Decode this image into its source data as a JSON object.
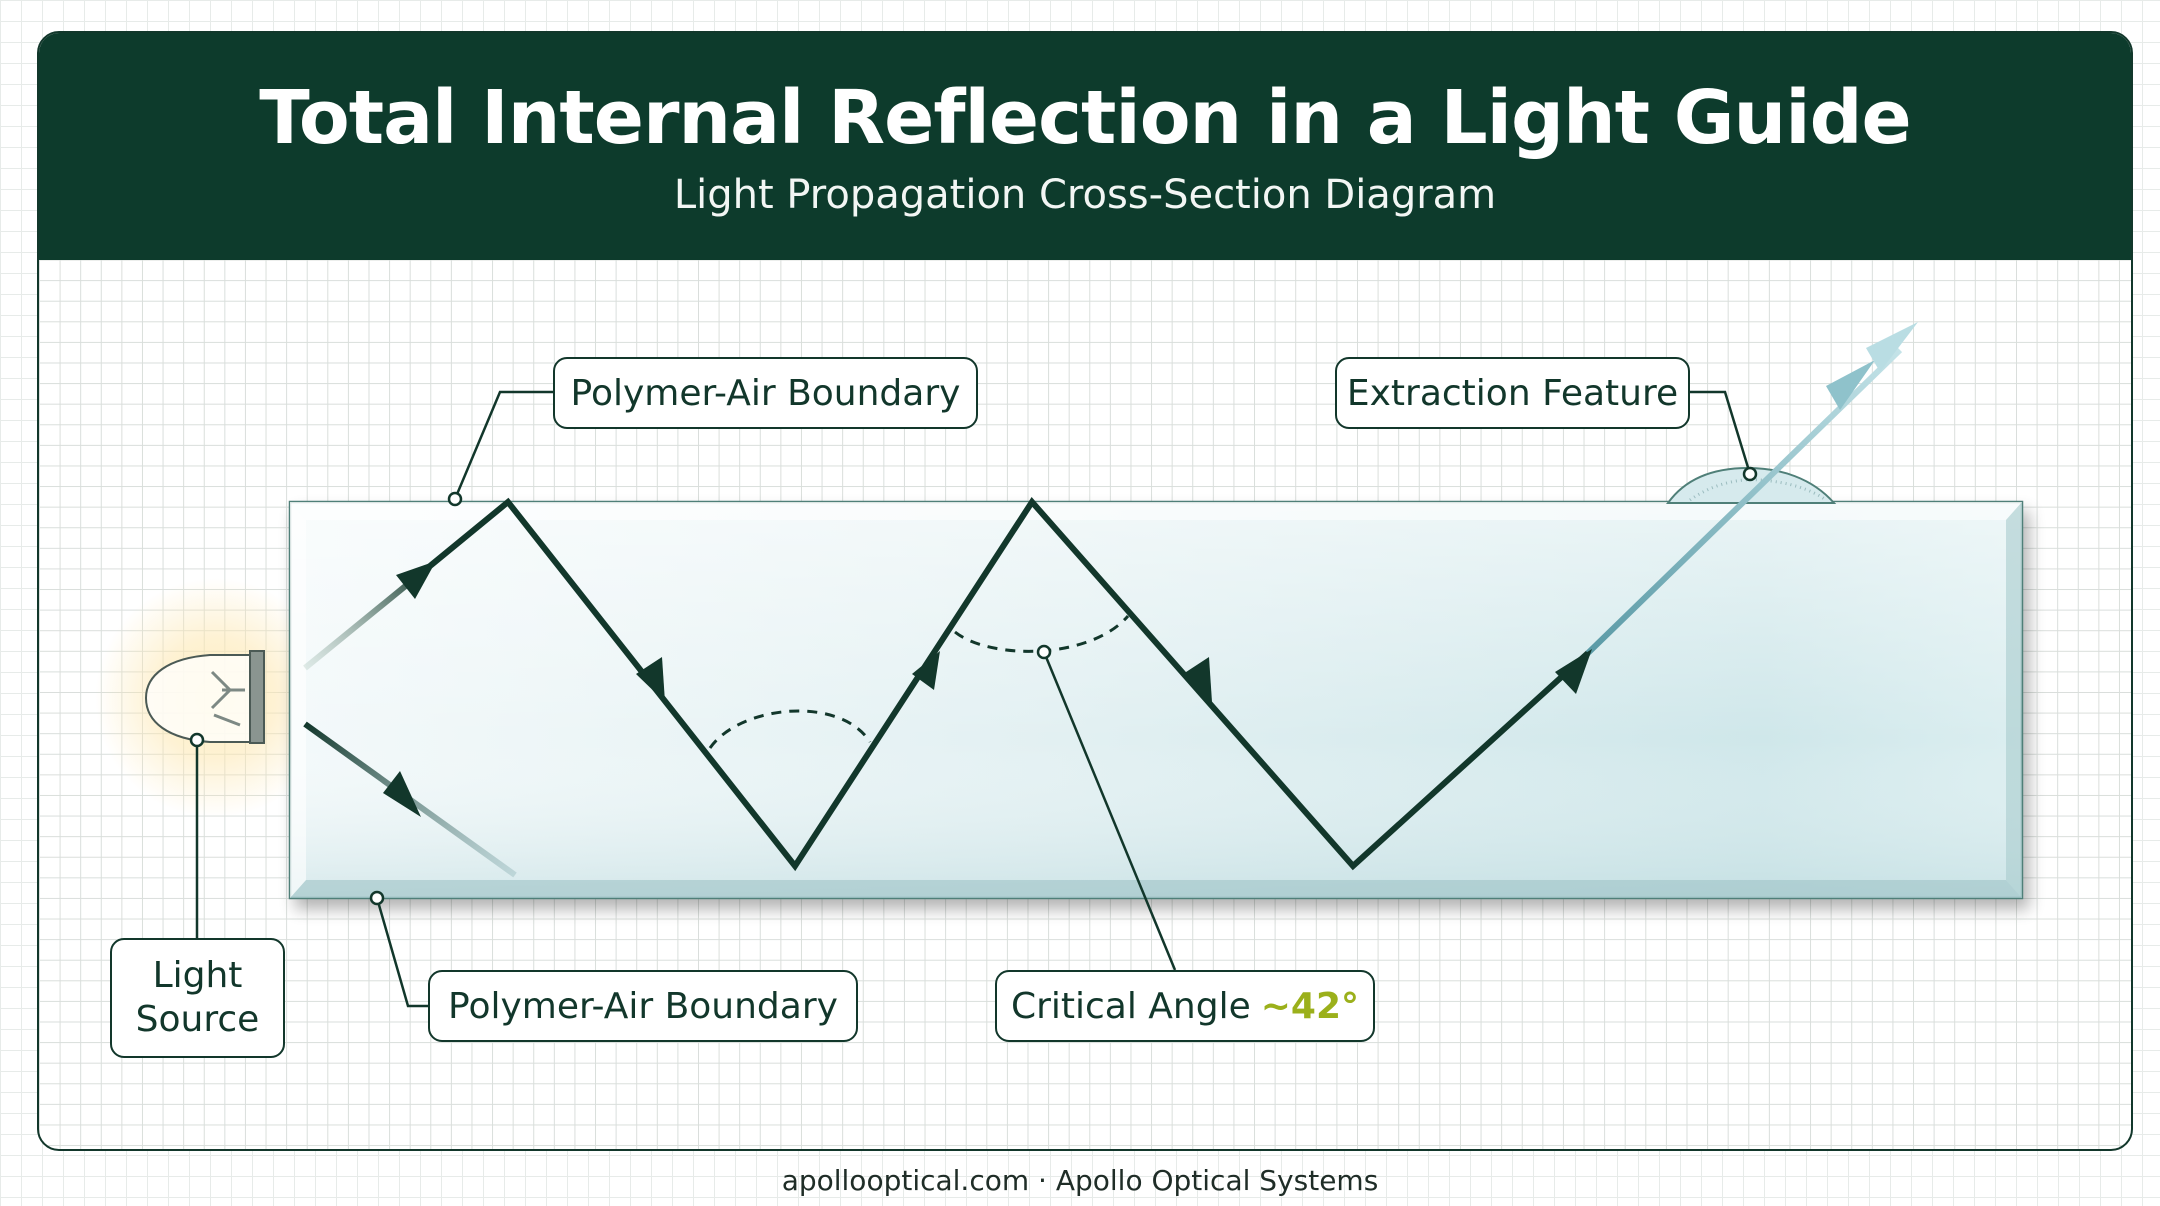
{
  "header": {
    "title": "Total Internal Reflection in a Light Guide",
    "subtitle": "Light Propagation Cross-Section Diagram"
  },
  "labels": {
    "top_boundary": "Polymer-Air Boundary",
    "bottom_boundary": "Polymer-Air Boundary",
    "extraction": "Extraction Feature",
    "light_source_line1": "Light",
    "light_source_line2": "Source",
    "critical_angle": "Critical Angle",
    "critical_angle_value": "~42°"
  },
  "footer": {
    "text": "apollooptical.com · Apollo Optical Systems"
  },
  "colors": {
    "header_bg": "#0d3b2c",
    "ray": "#12372b",
    "accent": "#9bb01b",
    "guide": "#d8ecef"
  }
}
